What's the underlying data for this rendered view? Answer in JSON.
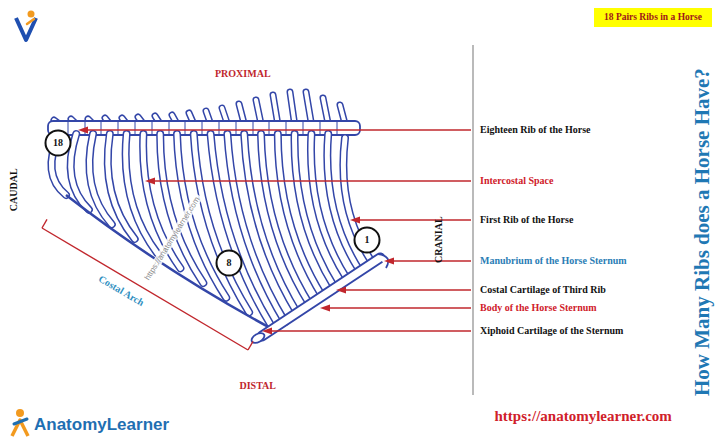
{
  "diagram": {
    "title": "How Many Ribs does a Horse Have?",
    "nodes": [
      {
        "text": [
          "18 Pairs Ribs in a Horse"
        ]
      },
      {
        "text": [
          "18"
        ]
      },
      {
        "text": [
          "1"
        ]
      },
      {
        "text": [
          "8"
        ]
      }
    ],
    "labels": [
      "PROXIMAL",
      "CAUDAL",
      "CRANIAL",
      "Eighteen Rib of the Horse",
      "Intercostal Space",
      "First Rib of the Horse",
      "Manubrium of the Horse Sternum",
      "Costal Cartilage of Third Rib",
      "Body of the Horse Sternum",
      "Xiphoid Cartilage of the Sternum",
      "https://anatomylearner.com",
      "Costal Arch",
      "DISTAL",
      "AnatomyLearner",
      "https://anatomylearner.com"
    ]
  }
}
